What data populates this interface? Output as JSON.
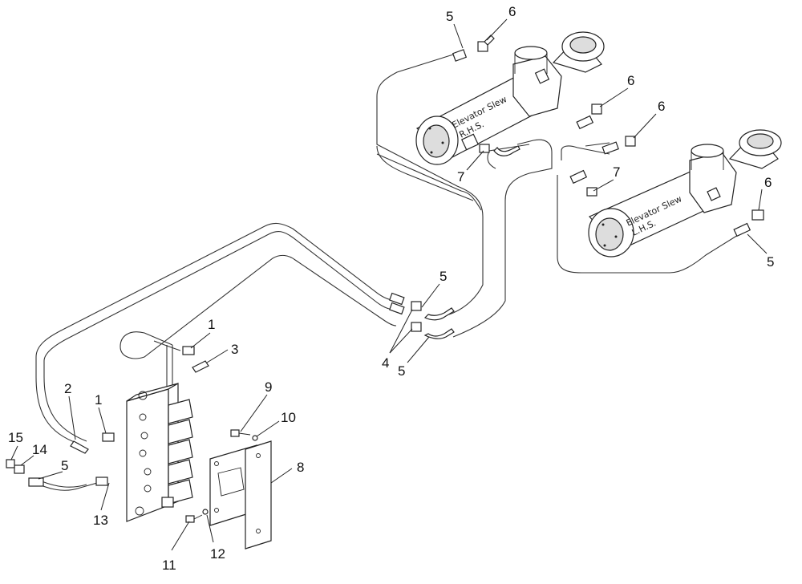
{
  "cylinders": [
    {
      "id": "rhs",
      "label_line1": "Elevator Slew",
      "label_line2": "R.H.S."
    },
    {
      "id": "lhs",
      "label_line1": "Elevator Slew",
      "label_line2": "L.H.S."
    }
  ],
  "callouts": [
    {
      "id": "c1",
      "text": "5"
    },
    {
      "id": "c2",
      "text": "6"
    },
    {
      "id": "c3",
      "text": "6"
    },
    {
      "id": "c4",
      "text": "6"
    },
    {
      "id": "c5",
      "text": "7"
    },
    {
      "id": "c6",
      "text": "7"
    },
    {
      "id": "c7",
      "text": "6"
    },
    {
      "id": "c8",
      "text": "5"
    },
    {
      "id": "c9",
      "text": "5"
    },
    {
      "id": "c10",
      "text": "4"
    },
    {
      "id": "c11",
      "text": "5"
    },
    {
      "id": "c12",
      "text": "1"
    },
    {
      "id": "c13",
      "text": "3"
    },
    {
      "id": "c14",
      "text": "2"
    },
    {
      "id": "c15",
      "text": "1"
    },
    {
      "id": "c16",
      "text": "9"
    },
    {
      "id": "c17",
      "text": "10"
    },
    {
      "id": "c18",
      "text": "15"
    },
    {
      "id": "c19",
      "text": "14"
    },
    {
      "id": "c20",
      "text": "5"
    },
    {
      "id": "c21",
      "text": "8"
    },
    {
      "id": "c22",
      "text": "13"
    },
    {
      "id": "c23",
      "text": "11"
    },
    {
      "id": "c24",
      "text": "12"
    }
  ]
}
